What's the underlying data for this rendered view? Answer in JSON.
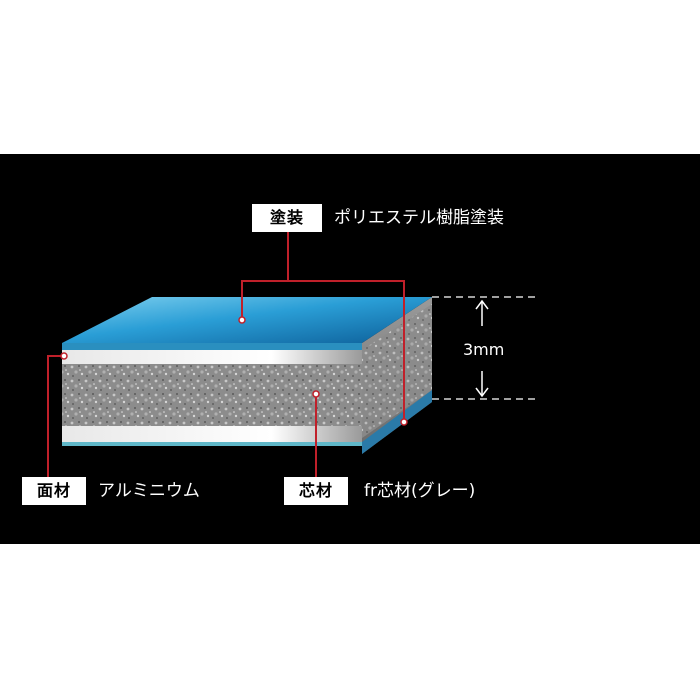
{
  "coating": {
    "tag": "塗装",
    "text": "ポリエステル樹脂塗装"
  },
  "face_material": {
    "tag": "面材",
    "text": "アルミニウム"
  },
  "core_material": {
    "tag": "芯材",
    "text": "fr芯材(グレー)"
  },
  "thickness": {
    "label": "3mm"
  },
  "colors": {
    "background": "#000000",
    "leader": "#c0202a",
    "coat_top": "#2a9ed6",
    "core": "#8a8a8a",
    "aluminum": "#f2f2f2"
  }
}
